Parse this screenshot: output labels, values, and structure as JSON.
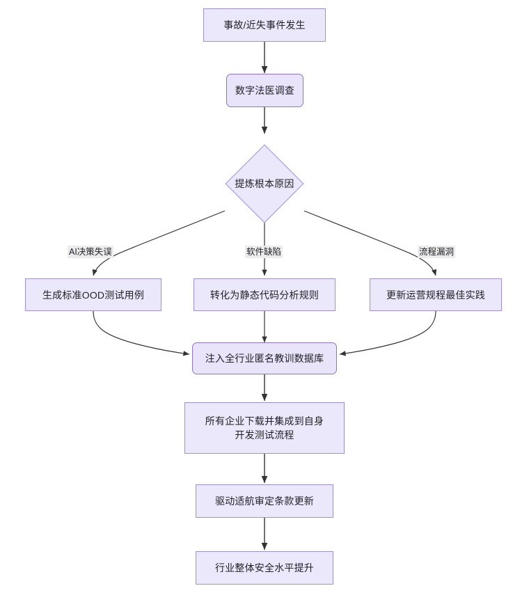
{
  "diagram": {
    "type": "flowchart",
    "direction": "top-to-bottom",
    "theme": {
      "node_fill": "#ECE8FB",
      "node_border": "#9F8FD8",
      "rounded_node_fill": "#EAE4FA",
      "rounded_node_border": "#8A73CF",
      "edge_color": "#333333",
      "text_color": "#1F1F26",
      "edge_label_bg": "#ECECED",
      "background": "#FFFFFF"
    },
    "nodes": [
      {
        "id": "n1",
        "label": "事故/近失事件发生",
        "shape": "rect"
      },
      {
        "id": "n2",
        "label": "数字法医调查",
        "shape": "rounded-rect"
      },
      {
        "id": "n3",
        "label": "提炼根本原因",
        "shape": "diamond"
      },
      {
        "id": "n4",
        "label": "生成标准OOD测试用例",
        "shape": "rect"
      },
      {
        "id": "n5",
        "label": "转化为静态代码分析规则",
        "shape": "rect"
      },
      {
        "id": "n6",
        "label": "更新运营规程最佳实践",
        "shape": "rect"
      },
      {
        "id": "n7",
        "label": "注入全行业匿名教训数据库",
        "shape": "rounded-rect"
      },
      {
        "id": "n8",
        "label": "所有企业下载并集成到自身\n开发测试流程",
        "shape": "rect"
      },
      {
        "id": "n9",
        "label": "驱动适航审定条款更新",
        "shape": "rect"
      },
      {
        "id": "n10",
        "label": "行业整体安全水平提升",
        "shape": "rect"
      }
    ],
    "edges": [
      {
        "from": "n1",
        "to": "n2",
        "label": ""
      },
      {
        "from": "n2",
        "to": "n3",
        "label": ""
      },
      {
        "from": "n3",
        "to": "n4",
        "label": "AI决策失误"
      },
      {
        "from": "n3",
        "to": "n5",
        "label": "软件缺陷"
      },
      {
        "from": "n3",
        "to": "n6",
        "label": "流程漏洞"
      },
      {
        "from": "n4",
        "to": "n7",
        "label": ""
      },
      {
        "from": "n5",
        "to": "n7",
        "label": ""
      },
      {
        "from": "n6",
        "to": "n7",
        "label": ""
      },
      {
        "from": "n7",
        "to": "n8",
        "label": ""
      },
      {
        "from": "n8",
        "to": "n9",
        "label": ""
      },
      {
        "from": "n9",
        "to": "n10",
        "label": ""
      }
    ],
    "edge_labels": {
      "branch_ai": "AI决策失误",
      "branch_software": "软件缺陷",
      "branch_process": "流程漏洞"
    }
  }
}
